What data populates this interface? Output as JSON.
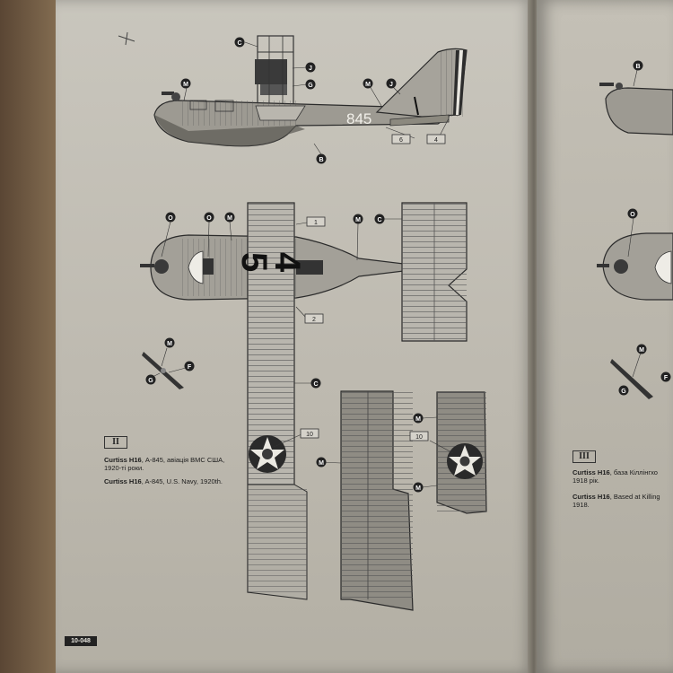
{
  "callouts": {
    "B": "B",
    "C": "C",
    "J": "J",
    "G": "G",
    "M": "M",
    "O": "O",
    "F": "F"
  },
  "numbers": {
    "n1": "1",
    "n2": "2",
    "n4": "4",
    "n6": "6",
    "n10": "10"
  },
  "markings": {
    "serial": "845",
    "wing_left": "4",
    "wing_right": "5"
  },
  "variant_left": {
    "number": "II",
    "ukr_name": "Curtiss H16",
    "ukr_text": ", А-845, авіація ВМС США, 1920-ті роки.",
    "en_name": "Curtiss H16",
    "en_text": ", A-845, U.S. Navy, 1920th."
  },
  "variant_right": {
    "number": "III",
    "ukr_name": "Curtiss H16",
    "ukr_text": ",  база Кіллінгхо",
    "ukr_text2": "1918 рік.",
    "en_name": "Curtiss H16",
    "en_text": ", Based at Killing",
    "en_text2": "1918."
  },
  "page_number": "10-048",
  "colors": {
    "paper": "#c4c0b6",
    "ink": "#2b2b2b",
    "hull": "#9d9a92",
    "roundel_blue": "#2a2a2a"
  }
}
